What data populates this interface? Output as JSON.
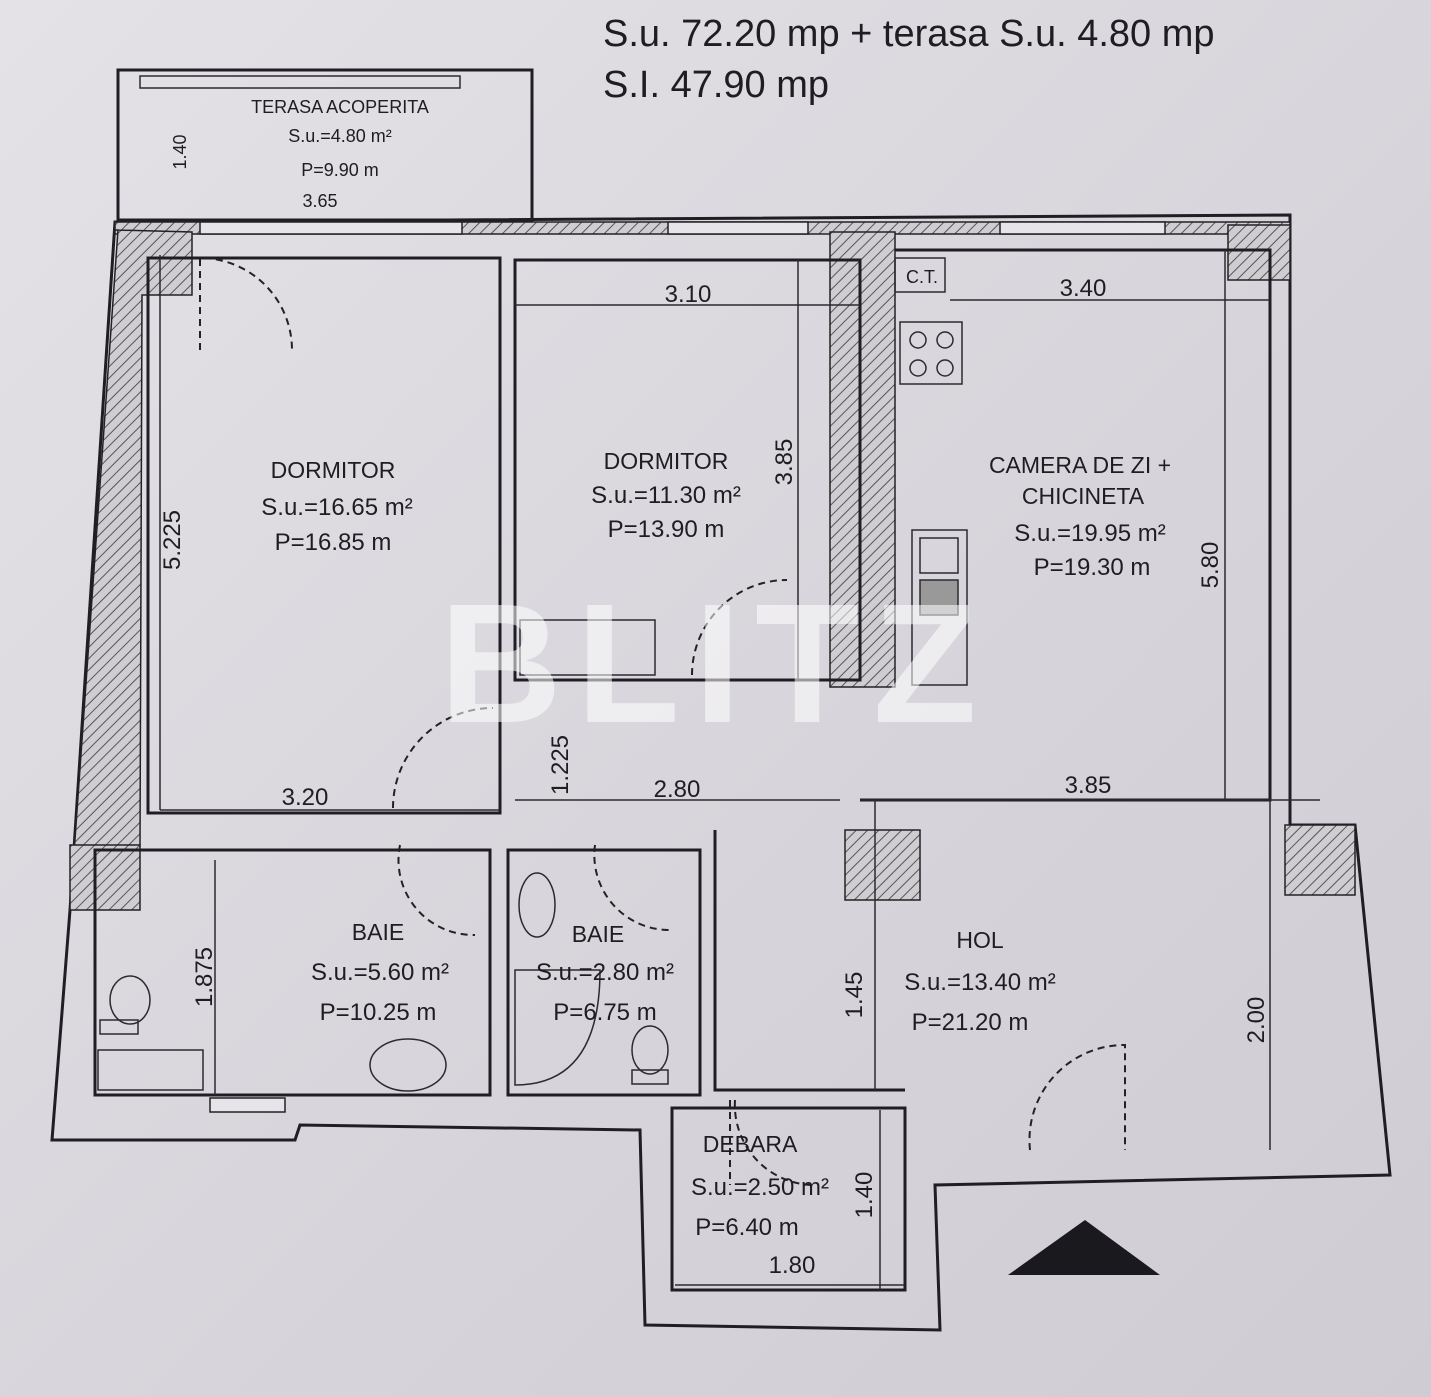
{
  "header": {
    "line1": "S.u. 72.20 mp + terasa S.u. 4.80 mp",
    "line2": "S.I. 47.90 mp"
  },
  "watermark": "BLITZ",
  "rooms": {
    "terasa": {
      "name": "TERASA ACOPERITA",
      "area": "S.u.=4.80 m²",
      "perimeter": "P=9.90 m",
      "width": "3.65",
      "depth": "1.40"
    },
    "dormitor1": {
      "name": "DORMITOR",
      "area": "S.u.=16.65 m²",
      "perimeter": "P=16.85 m",
      "width": "3.20",
      "depth": "5.225"
    },
    "dormitor2": {
      "name": "DORMITOR",
      "area": "S.u.=11.30 m²",
      "perimeter": "P=13.90 m",
      "width": "3.10",
      "depth": "3.85"
    },
    "camera": {
      "name_line1": "CAMERA DE ZI +",
      "name_line2": "CHICINETA",
      "area": "S.u.=19.95 m²",
      "perimeter": "P=19.30 m",
      "width": "3.40",
      "depth": "5.80",
      "ct_label": "C.T."
    },
    "hol": {
      "name": "HOL",
      "area": "S.u.=13.40 m²",
      "perimeter": "P=21.20 m",
      "dims": [
        "1.225",
        "2.80",
        "3.85",
        "1.45",
        "2.00"
      ]
    },
    "baie1": {
      "name": "BAIE",
      "area": "S.u.=5.60 m²",
      "perimeter": "P=10.25 m",
      "depth": "1.875"
    },
    "baie2": {
      "name": "BAIE",
      "area": "S.u.=2.80 m²",
      "perimeter": "P=6.75 m"
    },
    "debara": {
      "name": "DEBARA",
      "area": "S.u.=2.50 m²",
      "perimeter": "P=6.40 m",
      "width": "1.80",
      "depth": "1.40"
    }
  }
}
